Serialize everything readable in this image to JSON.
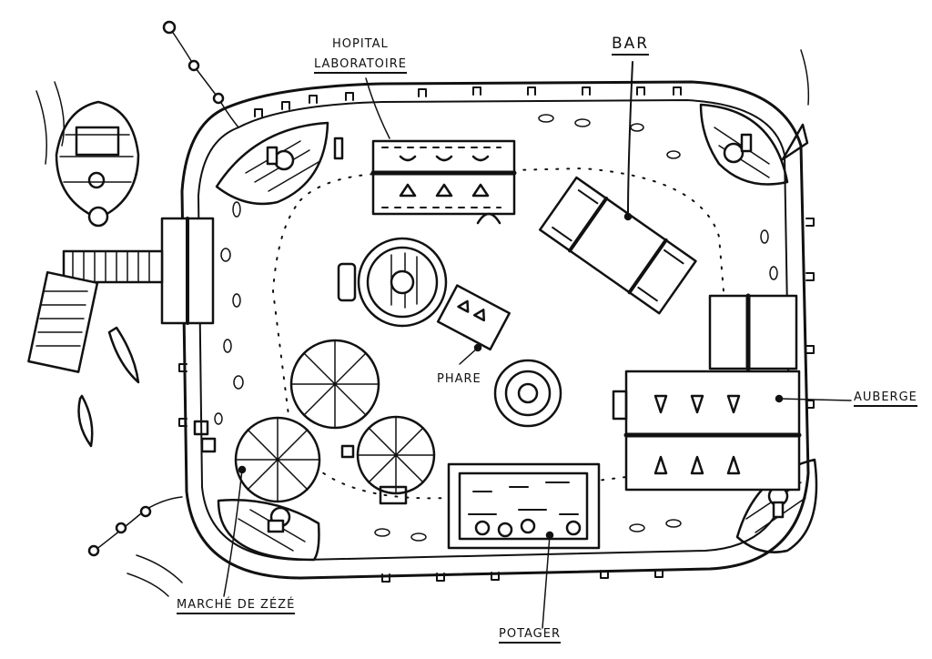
{
  "labels": {
    "hopital": "HOPITAL",
    "laboratoire": "LABORATOIRE",
    "bar": "BAR",
    "phare": "PHARE",
    "auberge": "AUBERGE",
    "marche": "MARCHÉ DE ZÉZÉ",
    "potager": "POTAGER"
  },
  "colors": {
    "ink": "#111111",
    "paper": "#ffffff"
  }
}
